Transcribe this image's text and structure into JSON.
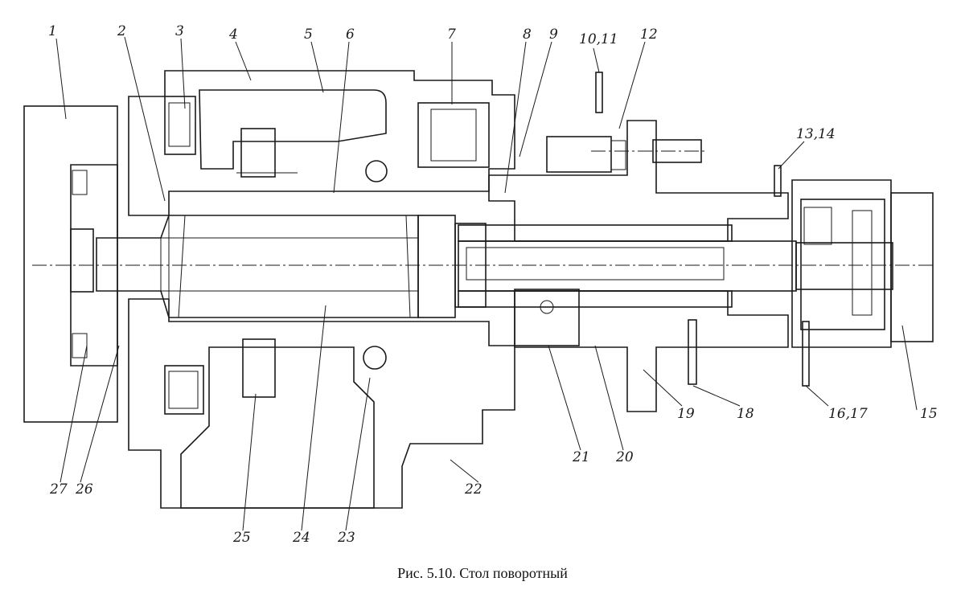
{
  "caption": "Рис. 5.10. Стол поворотный",
  "callouts": [
    {
      "id": "c1",
      "text": "1"
    },
    {
      "id": "c2",
      "text": "2"
    },
    {
      "id": "c3",
      "text": "3"
    },
    {
      "id": "c4",
      "text": "4"
    },
    {
      "id": "c5",
      "text": "5"
    },
    {
      "id": "c6",
      "text": "6"
    },
    {
      "id": "c7",
      "text": "7"
    },
    {
      "id": "c8",
      "text": "8"
    },
    {
      "id": "c9",
      "text": "9"
    },
    {
      "id": "c10",
      "text": "10,11"
    },
    {
      "id": "c12",
      "text": "12"
    },
    {
      "id": "c13",
      "text": "13,14"
    },
    {
      "id": "c15",
      "text": "15"
    },
    {
      "id": "c16",
      "text": "16,17"
    },
    {
      "id": "c18",
      "text": "18"
    },
    {
      "id": "c19",
      "text": "19"
    },
    {
      "id": "c20",
      "text": "20"
    },
    {
      "id": "c21",
      "text": "21"
    },
    {
      "id": "c22",
      "text": "22"
    },
    {
      "id": "c23",
      "text": "23"
    },
    {
      "id": "c24",
      "text": "24"
    },
    {
      "id": "c25",
      "text": "25"
    },
    {
      "id": "c26",
      "text": "26"
    },
    {
      "id": "c27",
      "text": "27"
    }
  ]
}
